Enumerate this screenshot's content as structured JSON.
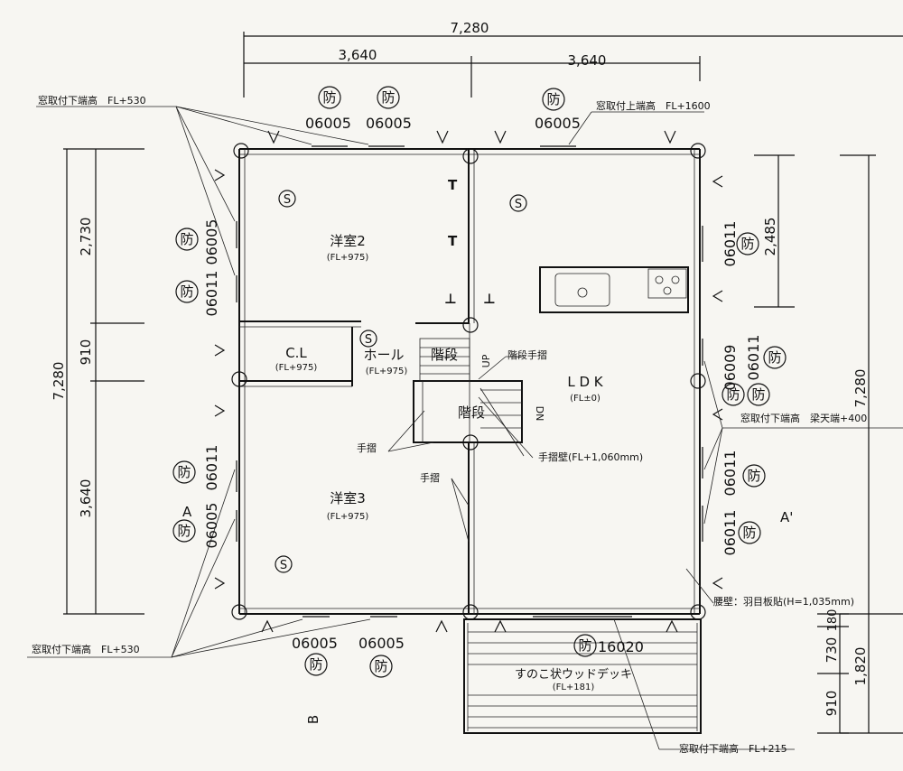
{
  "dimensions": {
    "top_total": "7,280",
    "top_left": "3,640",
    "top_right": "3,640",
    "left_total": "7,280",
    "left_top": "2,730",
    "left_mid": "910",
    "left_bottom": "3,640",
    "right_upper": "2,485",
    "right_total": "7,280",
    "right_deck": "1,820",
    "deck_a": "730",
    "deck_b": "180",
    "deck_c": "910"
  },
  "rooms": {
    "western2": {
      "name": "洋室2",
      "level": "(FL+975)"
    },
    "western3": {
      "name": "洋室3",
      "level": "(FL+975)"
    },
    "closet": {
      "name": "C.L",
      "level": "(FL+975)"
    },
    "hall": {
      "name": "ホール",
      "level": "(FL+975)"
    },
    "ldk": {
      "name": "L D K",
      "level": "(FL±0)"
    },
    "stair_upper": "階段",
    "stair_lower": "階段",
    "deck": {
      "name": "すのこ状ウッドデッキ",
      "level": "(FL+181)"
    }
  },
  "notes": {
    "window_low_top_left": "窓取付下端高　FL+530",
    "window_high_top": "窓取付上端高　FL+1600",
    "window_low_right": "窓取付下端高　梁天端+400",
    "window_low_bottom_left": "窓取付下端高　FL+530",
    "window_low_bottom_right": "窓取付下端高　FL+215",
    "stair_handrail": "階段手摺",
    "handrail1": "手摺",
    "handrail2": "手摺",
    "handrail_wall": "手摺壁(FL+1,060mm)",
    "waist_wall": "腰壁：羽目板貼(H=1,035mm)",
    "up": "UP",
    "dn": "DN"
  },
  "window_codes": {
    "top1": "06005",
    "top2": "06005",
    "top3": "06005",
    "left1": "06005",
    "left2": "06011",
    "left3": "06011",
    "left4": "06005",
    "right1": "06011",
    "right2": "06009",
    "right3": "06011",
    "right4": "06011",
    "right5": "06011",
    "bottom1": "06005",
    "bottom2": "06005",
    "bottom3": "16020"
  },
  "markers": {
    "fire": "防",
    "sensor": "S",
    "section_a": "A",
    "section_a_prime": "A'",
    "section_b": "B"
  }
}
